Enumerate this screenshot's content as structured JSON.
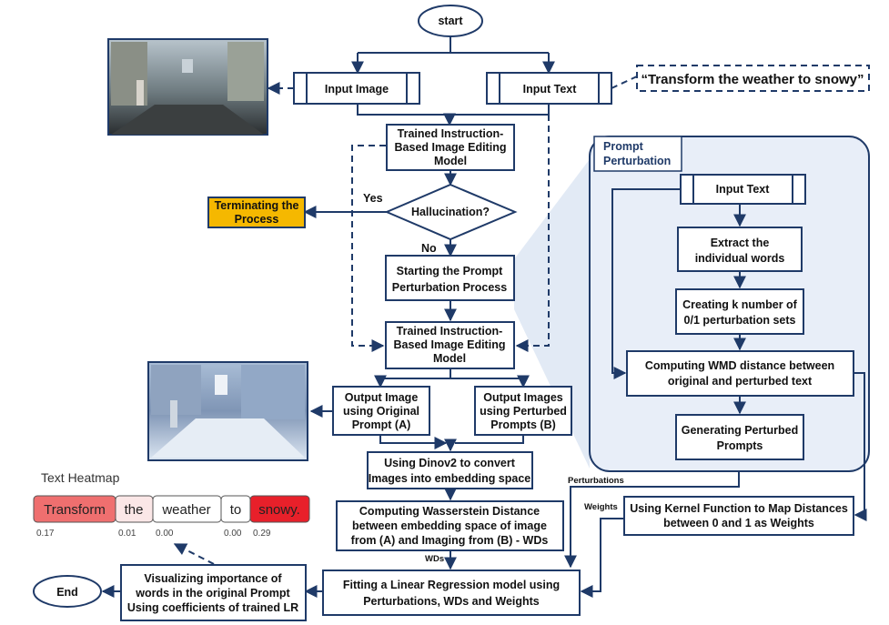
{
  "nodes": {
    "start": "start",
    "input_image": "Input Image",
    "input_text": "Input Text",
    "prompt_quote": "“Transform the weather to snowy”",
    "model1": [
      "Trained Instruction-",
      "Based Image Editing",
      "Model"
    ],
    "hallucination": "Hallucination?",
    "terminate": [
      "Terminating the",
      "Process"
    ],
    "start_perturb": [
      "Starting the Prompt",
      "Perturbation Process"
    ],
    "model2": [
      "Trained Instruction-",
      "Based Image Editing",
      "Model"
    ],
    "output_a": [
      "Output Image",
      "using Original",
      "Prompt (A)"
    ],
    "output_b": [
      "Output Images",
      "using Perturbed",
      "Prompts (B)"
    ],
    "dinov2": [
      "Using Dinov2 to convert",
      "Images into embedding space"
    ],
    "wasserstein": [
      "Computing Wasserstein Distance",
      "between embedding space of image",
      "from (A) and Imaging from (B) - WDs"
    ],
    "linear_reg": [
      "Fitting a Linear Regression model using",
      "Perturbations, WDs and Weights"
    ],
    "visualize": [
      "Visualizing importance of",
      "words in the original Prompt",
      "Using coefficients of trained LR"
    ],
    "end": "End",
    "kernel": [
      "Using Kernel Function to Map Distances",
      "between 0 and 1 as Weights"
    ]
  },
  "edge_labels": {
    "yes": "Yes",
    "no": "No",
    "wds": "WDs",
    "perturbations": "Perturbations",
    "weights": "Weights"
  },
  "panel": {
    "title": [
      "Prompt",
      "Perturbation"
    ],
    "input_text": "Input Text",
    "extract": [
      "Extract the",
      "individual words"
    ],
    "creating": [
      "Creating k number of",
      "0/1 perturbation sets"
    ],
    "wmd": [
      "Computing WMD distance between",
      "original and perturbed text"
    ],
    "generating": [
      "Generating Perturbed",
      "Prompts"
    ]
  },
  "heatmap": {
    "title": "Text Heatmap",
    "words": [
      "Transform",
      "the",
      "weather",
      "to",
      "snowy."
    ],
    "values": [
      "0.17",
      "0.01",
      "0.00",
      "0.00",
      "0.29"
    ],
    "colors": [
      "#ef6f6f",
      "#fbe7e7",
      "#ffffff",
      "#ffffff",
      "#e8202a"
    ]
  },
  "colors": {
    "accent": "#1f3a68",
    "terminate_fill": "#f5b800",
    "panel_fill": "#e8eef8"
  }
}
